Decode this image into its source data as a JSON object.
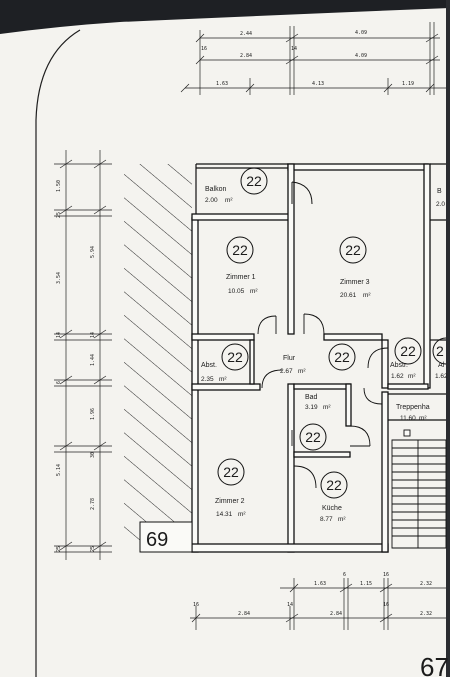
{
  "area_unit": "m²",
  "rooms": [
    {
      "id": "balkon-left",
      "name": "Balkon",
      "area": "2.00",
      "num": "22"
    },
    {
      "id": "zimmer-1",
      "name": "Zimmer 1",
      "area": "10.05",
      "num": "22"
    },
    {
      "id": "zimmer-3",
      "name": "Zimmer 3",
      "area": "20.61",
      "num": "22"
    },
    {
      "id": "abst-left",
      "name": "Abst.",
      "area": "2.35",
      "num": "22"
    },
    {
      "id": "flur",
      "name": "Flur",
      "area": "2.67",
      "num": "22"
    },
    {
      "id": "abstr-right",
      "name": "Abstr.",
      "area": "1.62",
      "num": "22"
    },
    {
      "id": "bad",
      "name": "Bad",
      "area": "3.19",
      "num": "22"
    },
    {
      "id": "zimmer-2",
      "name": "Zimmer 2",
      "area": "14.31",
      "num": "22"
    },
    {
      "id": "kueche",
      "name": "Küche",
      "area": "8.77",
      "num": "22"
    },
    {
      "id": "treppenhaus",
      "name": "Treppenha",
      "area": "11.60",
      "num": ""
    }
  ],
  "partial_labels": {
    "balkon_right": "B",
    "balkon_right_area": "2.0",
    "circle_right": "2",
    "abst_right_name": "Al",
    "abst_right_area": "1.62"
  },
  "unit_numbers": {
    "left": "69",
    "bottom_right": "67"
  },
  "dims": {
    "top_row1": [
      "2.44",
      "4.09"
    ],
    "top_row2": [
      "2.84",
      "4.09"
    ],
    "top_row3": [
      "1.63",
      "4.13",
      "1.19"
    ],
    "top_small": [
      "16",
      "14"
    ],
    "left_outer": [
      "1.50",
      "25",
      "5.94",
      "14",
      "6",
      "5.14",
      "25"
    ],
    "left_inner": [
      "3.54",
      "14",
      "1.44",
      "1.96",
      "30",
      "2.78",
      "25"
    ],
    "bottom_row1": [
      "1.63",
      "1.15",
      "2.32"
    ],
    "bottom_row2": [
      "2.84",
      "2.84",
      "2.32"
    ],
    "bottom_small": [
      "16",
      "14",
      "6",
      "16",
      "16"
    ]
  }
}
